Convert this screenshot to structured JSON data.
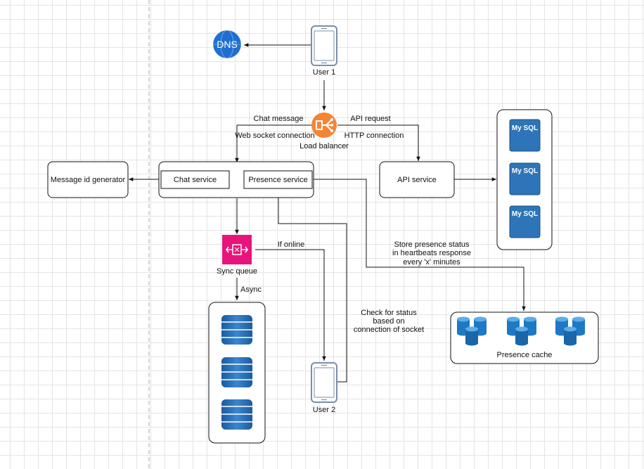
{
  "nodes": {
    "dns": "DNS",
    "user1": "User 1",
    "user2": "User 2",
    "load_balancer": "Load balancer",
    "message_id_generator": "Message id generator",
    "chat_service": "Chat service",
    "presence_service": "Presence service",
    "api_service": "API service",
    "sync_queue": "Sync queue",
    "presence_cache": "Presence cache",
    "mysql": [
      "My SQL",
      "My SQL",
      "My SQL"
    ]
  },
  "edge_labels": {
    "chat_message": "Chat message",
    "web_socket": "Web socket connection",
    "api_request": "API request",
    "http_connection": "HTTP connection",
    "if_online": "If online",
    "async": "Async",
    "store_presence": [
      "Store presence status",
      "in heartbeats response",
      "every 'x' minutes"
    ],
    "check_status": [
      "Check for status",
      "based on",
      "connection of socket"
    ]
  },
  "colors": {
    "dns": "#1e6fd0",
    "load_balancer": "#f58536",
    "sync_queue": "#e7157b",
    "mysql": "#2d75b8",
    "cache": "#1f78c4",
    "dynamodb": "#2e73b8"
  }
}
